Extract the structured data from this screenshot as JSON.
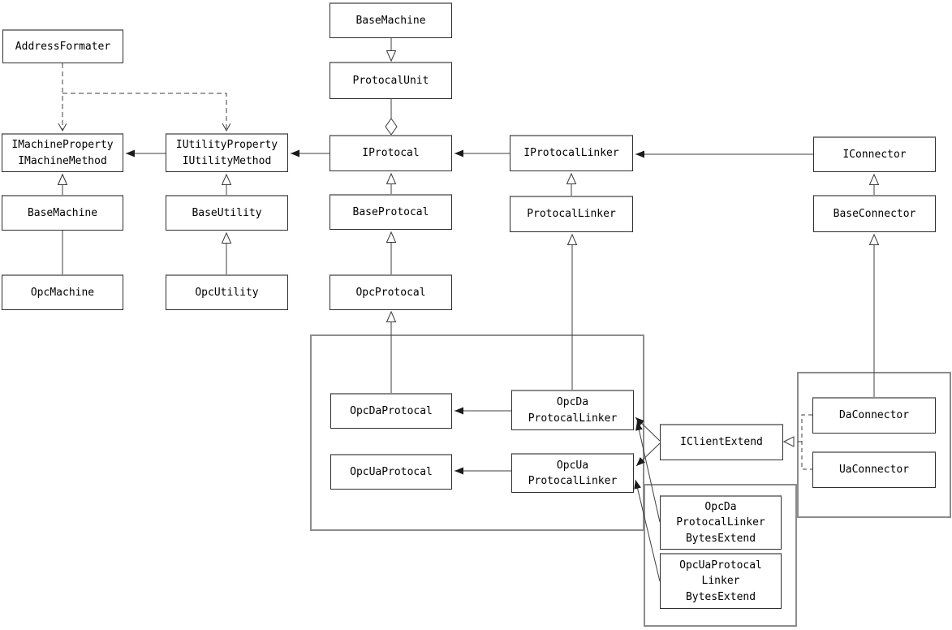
{
  "diagram": {
    "background_color": "#ffffff",
    "line_color": "#3f3f3f",
    "box_border_color": "#2e2e2e",
    "container_border_color": "#8c8c8c",
    "nodes": {
      "addressFormater": {
        "lines": [
          "AddressFormater"
        ]
      },
      "iMachine": {
        "lines": [
          "IMachineProperty",
          "IMachineMethod"
        ]
      },
      "iUtility": {
        "lines": [
          "IUtilityProperty",
          "IUtilityMethod"
        ]
      },
      "baseMachineLeft": {
        "lines": [
          "BaseMachine"
        ]
      },
      "baseUtility": {
        "lines": [
          "BaseUtility"
        ]
      },
      "opcMachine": {
        "lines": [
          "OpcMachine"
        ]
      },
      "opcUtility": {
        "lines": [
          "OpcUtility"
        ]
      },
      "baseMachineTop": {
        "lines": [
          "BaseMachine"
        ]
      },
      "protocalUnit": {
        "lines": [
          "ProtocalUnit"
        ]
      },
      "iProtocal": {
        "lines": [
          "IProtocal"
        ]
      },
      "iProtocalLinker": {
        "lines": [
          "IProtocalLinker"
        ]
      },
      "iConnector": {
        "lines": [
          "IConnector"
        ]
      },
      "baseProtocal": {
        "lines": [
          "BaseProtocal"
        ]
      },
      "protocalLinker": {
        "lines": [
          "ProtocalLinker"
        ]
      },
      "baseConnector": {
        "lines": [
          "BaseConnector"
        ]
      },
      "opcProtocal": {
        "lines": [
          "OpcProtocal"
        ]
      },
      "opcDaProtocal": {
        "lines": [
          "OpcDaProtocal"
        ]
      },
      "opcDaProtocalLinker": {
        "lines": [
          "OpcDa",
          "ProtocalLinker"
        ]
      },
      "opcUaProtocal": {
        "lines": [
          "OpcUaProtocal"
        ]
      },
      "opcUaProtocalLinker": {
        "lines": [
          "OpcUa",
          "ProtocalLinker"
        ]
      },
      "iClientExtend": {
        "lines": [
          "IClientExtend"
        ]
      },
      "daConnector": {
        "lines": [
          "DaConnector"
        ]
      },
      "uaConnector": {
        "lines": [
          "UaConnector"
        ]
      },
      "opcDaProtocalLinkerBytesExtend": {
        "lines": [
          "OpcDa",
          "ProtocalLinker",
          "BytesExtend"
        ]
      },
      "opcUaProtocalLinkerBytesExtend": {
        "lines": [
          "OpcUaProtocal",
          "Linker",
          "BytesExtend"
        ]
      }
    },
    "edges": [
      {
        "from": "AddressFormater",
        "to": "IMachineProperty/IMachineMethod",
        "type": "dependency-dashed"
      },
      {
        "from": "AddressFormater",
        "to": "IUtilityProperty/IUtilityMethod",
        "type": "dependency-dashed"
      },
      {
        "from": "IUtilityProperty/IUtilityMethod",
        "to": "IMachineProperty/IMachineMethod",
        "type": "association"
      },
      {
        "from": "IProtocal",
        "to": "IUtilityProperty/IUtilityMethod",
        "type": "association"
      },
      {
        "from": "BaseMachine(left)",
        "to": "IMachineProperty/IMachineMethod",
        "type": "inheritance"
      },
      {
        "from": "OpcMachine",
        "to": "BaseMachine(left)",
        "type": "inheritance"
      },
      {
        "from": "BaseUtility",
        "to": "IUtilityProperty/IUtilityMethod",
        "type": "inheritance"
      },
      {
        "from": "OpcUtility",
        "to": "BaseUtility",
        "type": "inheritance"
      },
      {
        "from": "BaseMachine(top)",
        "to": "ProtocalUnit",
        "type": "inheritance-arrow-down"
      },
      {
        "from": "ProtocalUnit",
        "to": "IProtocal",
        "type": "aggregation-diamond"
      },
      {
        "from": "IProtocalLinker",
        "to": "IProtocal",
        "type": "association"
      },
      {
        "from": "IConnector",
        "to": "IProtocalLinker",
        "type": "association"
      },
      {
        "from": "BaseProtocal",
        "to": "IProtocal",
        "type": "inheritance"
      },
      {
        "from": "OpcProtocal",
        "to": "BaseProtocal",
        "type": "inheritance"
      },
      {
        "from": "OpcDaProtocal",
        "to": "OpcProtocal",
        "type": "inheritance"
      },
      {
        "from": "ProtocalLinker",
        "to": "IProtocalLinker",
        "type": "inheritance"
      },
      {
        "from": "OpcDaProtocalLinker",
        "to": "ProtocalLinker",
        "type": "inheritance"
      },
      {
        "from": "BaseConnector",
        "to": "IConnector",
        "type": "inheritance"
      },
      {
        "from": "DaConnector",
        "to": "BaseConnector",
        "type": "inheritance"
      },
      {
        "from": "OpcDaProtocalLinker",
        "to": "OpcDaProtocal",
        "type": "association"
      },
      {
        "from": "OpcUaProtocalLinker",
        "to": "OpcUaProtocal",
        "type": "association"
      },
      {
        "from": "IClientExtend",
        "to": "OpcDaProtocalLinker",
        "type": "association"
      },
      {
        "from": "IClientExtend",
        "to": "OpcUaProtocalLinker",
        "type": "association"
      },
      {
        "from": "OpcDaProtocalLinkerBytesExtend",
        "to": "OpcDaProtocalLinker",
        "type": "association"
      },
      {
        "from": "OpcUaProtocalLinkerBytesExtend",
        "to": "OpcUaProtocalLinker",
        "type": "association"
      },
      {
        "from": "DaConnector",
        "to": "IClientExtend",
        "type": "realization-dashed"
      },
      {
        "from": "UaConnector",
        "to": "IClientExtend",
        "type": "realization-dashed"
      }
    ]
  }
}
